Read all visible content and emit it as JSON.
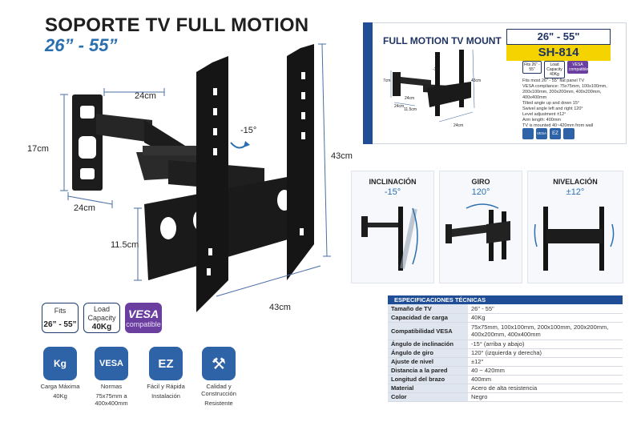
{
  "header": {
    "title": "SOPORTE TV FULL MOTION",
    "subtitle": "26” - 55”"
  },
  "dimensions": {
    "top_width": "24cm",
    "height_plate": "17cm",
    "bottom_width": "24cm",
    "arm_depth": "11.5cm",
    "tilt": "-15°",
    "vertical": "43cm",
    "horizontal": "43cm"
  },
  "badges": {
    "fits_label": "Fits",
    "fits_value": "26” - 55”",
    "load_label_1": "Load",
    "load_label_2": "Capacity",
    "load_value": "40Kg",
    "vesa_title": "VESA",
    "vesa_sub": "compatible"
  },
  "features": [
    {
      "icon": "weight-icon",
      "glyph": "Kg",
      "line1": "Carga Máxima",
      "line2": "40Kg"
    },
    {
      "icon": "vesa-icon",
      "glyph": "VESA",
      "line1": "Normas",
      "line2": "75x75mm a 400x400mm"
    },
    {
      "icon": "easy-install-icon",
      "glyph": "EZ",
      "line1": "Fácil y Rápida",
      "line2": "Instalación"
    },
    {
      "icon": "wrench-icon",
      "glyph": "⚒",
      "line1": "Calidad y Construcción",
      "line2": "Resistente"
    }
  ],
  "box": {
    "title": "FULL MOTION TV MOUNT",
    "size": "26\" - 55\"",
    "model": "SH-814",
    "mini_fits": "Fits 26\" - 55\"",
    "mini_load": "Load Capacity 40Kg",
    "mini_vesa": "VESA compatible",
    "dim_7cm": "7cm",
    "dim_24cm_a": "24cm",
    "dim_24cm_b": "24cm",
    "dim_115": "11.5cm",
    "dim_43": "43cm",
    "dim_24cm_c": "24cm",
    "dim_15": "-15°",
    "spec_lines": [
      "Fits most 26\" - 55\" flat panel TV",
      "VESA compliance: 75x75mm, 100x100mm,",
      "200x100mm, 200x200mm, 400x200mm,",
      "400x400mm",
      "Tilted angle up and down 15°",
      "Swivel angle left and right 120°",
      "Level adjustment ±12°",
      "Arm length: 400mm",
      "TV is mounted 40~420mm from wall"
    ],
    "foot_badges": [
      "VESA",
      "EZ"
    ]
  },
  "panels": [
    {
      "title": "INCLINACIÓN",
      "value": "-15°"
    },
    {
      "title": "GIRO",
      "value": "120°"
    },
    {
      "title": "NIVELACIÓN",
      "value": "±12°"
    }
  ],
  "specs": {
    "heading": "ESPECIFICACIONES TÉCNICAS",
    "rows": [
      {
        "k": "Tamaño de TV",
        "v": "26\" - 55\""
      },
      {
        "k": "Capacidad de carga",
        "v": "40Kg"
      },
      {
        "k": "Compatibilidad VESA",
        "v": "75x75mm, 100x100mm, 200x100mm, 200x200mm, 400x200mm, 400x400mm"
      },
      {
        "k": "Ángulo de inclinación",
        "v": "-15° (arriba y abajo)"
      },
      {
        "k": "Ángulo de giro",
        "v": "120° (izquierda y derecha)"
      },
      {
        "k": "Ajuste de nivel",
        "v": "±12°"
      },
      {
        "k": "Distancia a la pared",
        "v": "40 ~ 420mm"
      },
      {
        "k": "Longitud del brazo",
        "v": "400mm"
      },
      {
        "k": "Material",
        "v": "Acero de alta resistencia"
      },
      {
        "k": "Color",
        "v": "Negro"
      }
    ]
  },
  "colors": {
    "brand_blue": "#1f4e96",
    "accent_blue": "#2a6fb0",
    "vesa_purple": "#6b3fa0",
    "model_yellow": "#f5d300",
    "mount_black": "#1c1c1c"
  }
}
